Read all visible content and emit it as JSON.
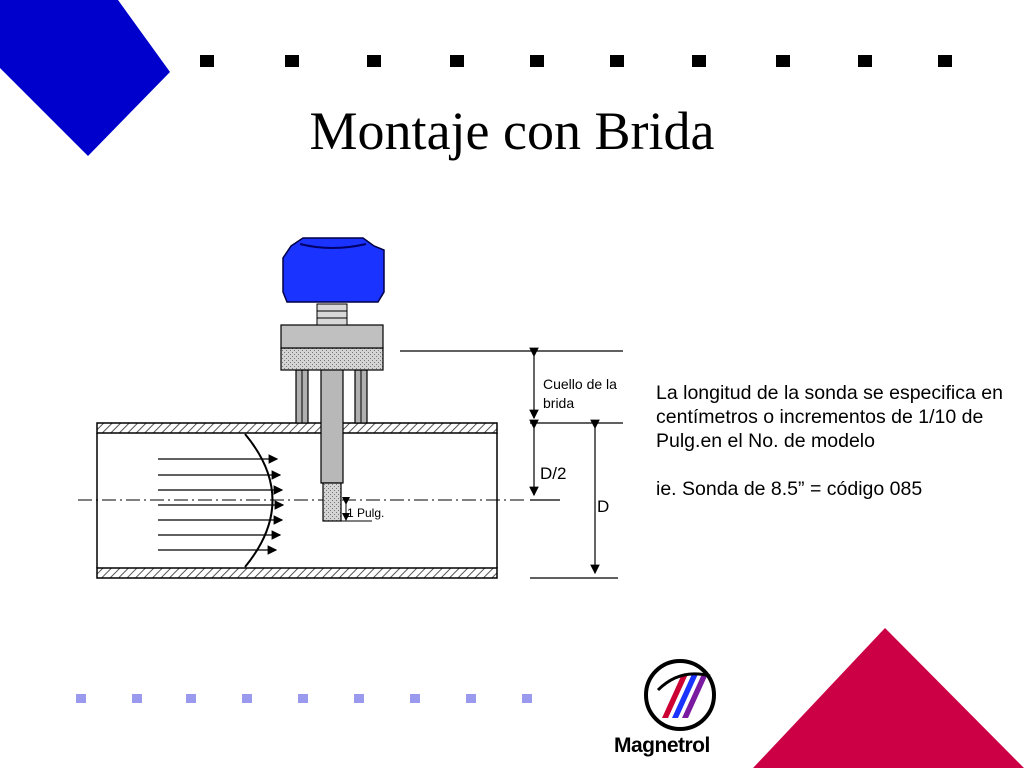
{
  "slide": {
    "title": "Montaje con Brida",
    "description": "La longitud de la sonda se especifica en centímetros o incrementos de 1/10 de Pulg.en el No. de modelo",
    "example": "ie. Sonda  de 8.5” = código 085"
  },
  "diagram": {
    "neck_label": "Cuello de la brida",
    "half_diameter_label": "D/2",
    "diameter_label": "D",
    "inch_label": "1 Pulg."
  },
  "logo": {
    "brand": "Magnetrol"
  },
  "colors": {
    "accent_blue": "#0000cc",
    "accent_red": "#cc0044",
    "housing_blue": "#1a33ff",
    "dot_blue": "#9999ee"
  }
}
